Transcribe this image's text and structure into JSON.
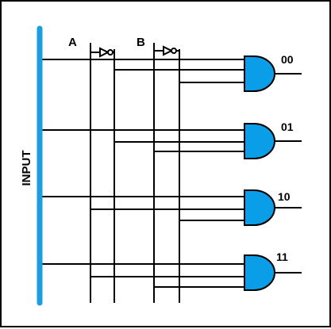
{
  "labels": {
    "input": "INPUT",
    "a": "A",
    "b": "B"
  },
  "outputs": [
    {
      "label": "00"
    },
    {
      "label": "01"
    },
    {
      "label": "10"
    },
    {
      "label": "11"
    }
  ],
  "colors": {
    "bus": "#1a9ee0",
    "gate_fill": "#0a9ee8",
    "wire": "#000000"
  }
}
